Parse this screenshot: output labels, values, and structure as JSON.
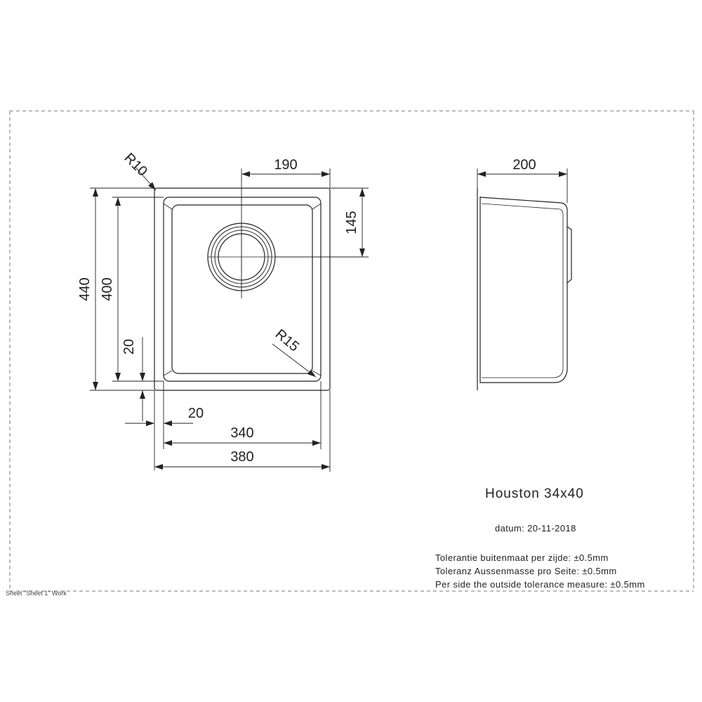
{
  "title": "Houston 34x40",
  "datum": {
    "label": "datum:",
    "value": "20-11-2018"
  },
  "tolerances": [
    {
      "text": "Tolerantie buitenmaat per zijde:",
      "value": "±0.5mm"
    },
    {
      "text": "Toleranz Aussenmasse pro Seite:",
      "value": "±0.5mm"
    },
    {
      "text": "Per side the outside tolerance measure:",
      "value": "±0.5mm"
    }
  ],
  "sheet_label": "Sheet \"Sheet 1\" Work",
  "dimensions": {
    "drain_offset": "190",
    "depth": "200",
    "radius_outer": "R10",
    "radius_inner": "R15",
    "drain_from_top": "145",
    "outer_height": "440",
    "inner_height": "400",
    "rim_bottom": "20",
    "rim_side": "20",
    "inner_width": "340",
    "outer_width": "380"
  }
}
